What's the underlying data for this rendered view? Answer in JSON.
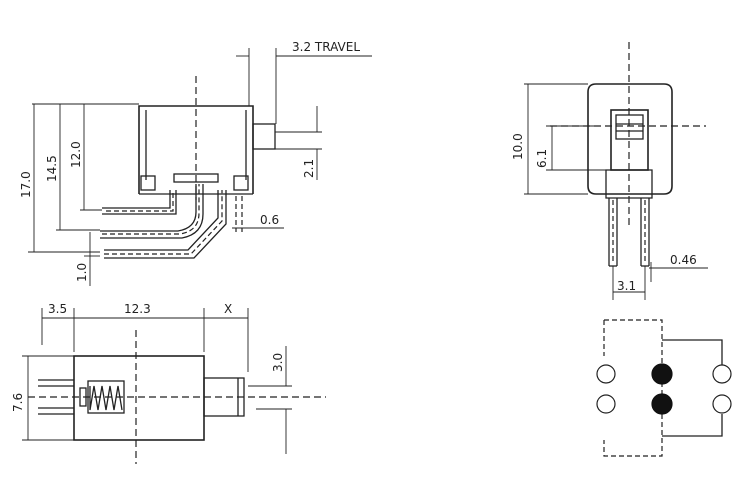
{
  "dimensions": {
    "travel": "3.2  TRAVEL",
    "h_170": "17.0",
    "h_145": "14.5",
    "h_120": "12.0",
    "knob_21": "2.1",
    "pin_06": "0.6",
    "offset_10": "1.0",
    "front_35": "3.5",
    "front_123": "12.3",
    "front_x": "X",
    "front_30": "3.0",
    "front_76": "7.6",
    "side_100": "10.0",
    "side_61": "6.1",
    "side_046": "0.46",
    "side_31": "3.1"
  }
}
